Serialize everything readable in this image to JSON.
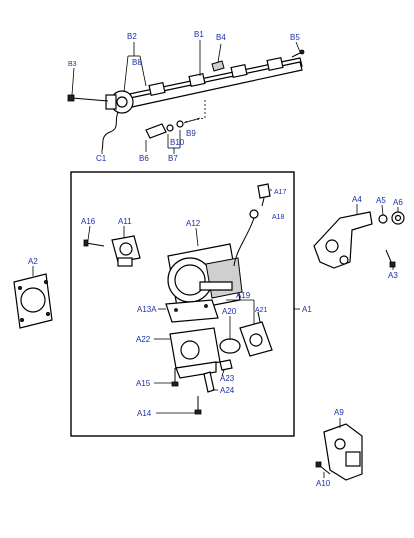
{
  "diagram": {
    "labels": {
      "B1": "B1",
      "B2": "B2",
      "B3": "B3",
      "B4": "B4",
      "B5": "B5",
      "B6": "B6",
      "B7": "B7",
      "B8": "B8",
      "B9": "B9",
      "B10": "B10",
      "C1": "C1",
      "A1": "A1",
      "A2": "A2",
      "A3": "A3",
      "A4": "A4",
      "A5": "A5",
      "A6": "A6",
      "A9": "A9",
      "A10": "A10",
      "A11": "A11",
      "A12": "A12",
      "A13A": "A13A",
      "A14": "A14",
      "A15": "A15",
      "A16": "A16",
      "A17": "A17",
      "A18": "A18",
      "A19": "A19",
      "A20": "A20",
      "A21": "A21",
      "A22": "A22",
      "A23": "A23",
      "A24": "A24"
    },
    "label_color": "#1a2fa8",
    "line_color": "#000000"
  }
}
